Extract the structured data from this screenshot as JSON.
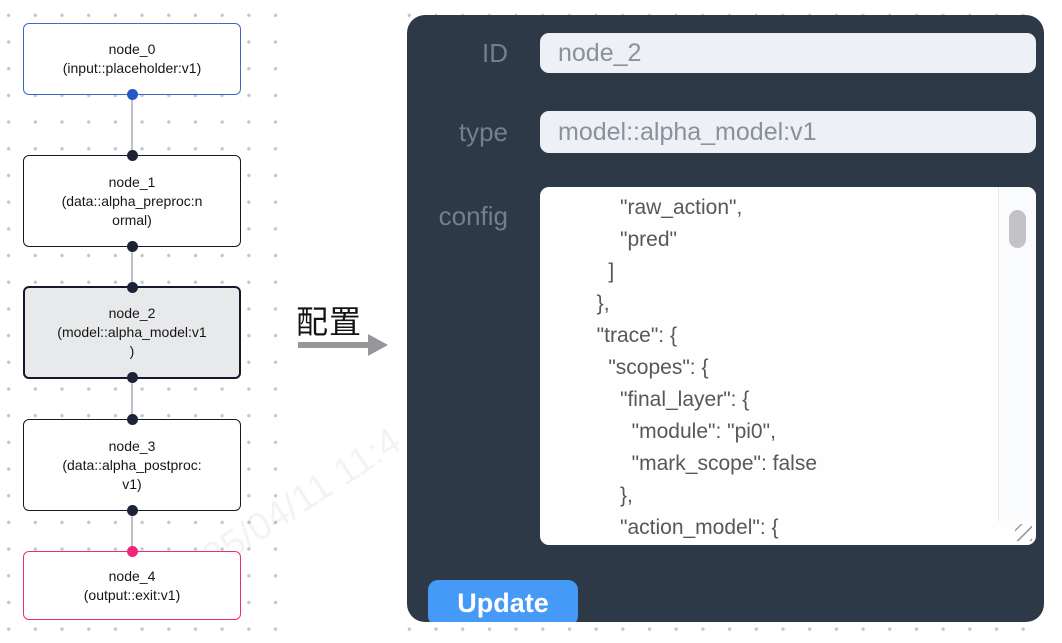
{
  "canvas": {
    "nodes": [
      {
        "id": "node_0",
        "title": "node_0",
        "subtitle": "(input::placeholder:v1)",
        "variant": "input",
        "border_color": "#3a6bc4",
        "handle": "bottom"
      },
      {
        "id": "node_1",
        "title": "node_1",
        "subtitle": "(data::alpha_preproc:n\normal)",
        "variant": "default",
        "border_color": "#17172b",
        "handle": "top+bottom"
      },
      {
        "id": "node_2",
        "title": "node_2",
        "subtitle": "(model::alpha_model:v1\n)",
        "variant": "selected",
        "border_color": "#17172b",
        "handle": "top+bottom"
      },
      {
        "id": "node_3",
        "title": "node_3",
        "subtitle": "(data::alpha_postproc:\nv1)",
        "variant": "default",
        "border_color": "#17172b",
        "handle": "top+bottom"
      },
      {
        "id": "node_4",
        "title": "node_4",
        "subtitle": "(output::exit:v1)",
        "variant": "output",
        "border_color": "#ee2a7b",
        "handle": "top"
      }
    ]
  },
  "annotation": {
    "label": "配置"
  },
  "panel": {
    "id_label": "ID",
    "id_value": "node_2",
    "type_label": "type",
    "type_value": "model::alpha_model:v1",
    "config_label": "config",
    "config_value": "            \"raw_action\",\n            \"pred\"\n          ]\n        },\n        \"trace\": {\n          \"scopes\": {\n            \"final_layer\": {\n              \"module\": \"pi0\",\n              \"mark_scope\": false\n            },\n            \"action_model\": {",
    "update_label": "Update"
  },
  "watermark": {
    "text": "2025/04/11 11:4"
  },
  "colors": {
    "panel_bg": "#2e3947",
    "input_bg": "#edf0f5",
    "button_blue": "#459af8",
    "node_border_default": "#17172b",
    "node_border_input": "#3a6bc4",
    "node_border_output": "#ee2a7b",
    "node_selected_bg": "#e8e9eb",
    "handle_blue": "#2558c6",
    "handle_pink": "#f0257c",
    "edge_gray": "#bfbfc6"
  }
}
